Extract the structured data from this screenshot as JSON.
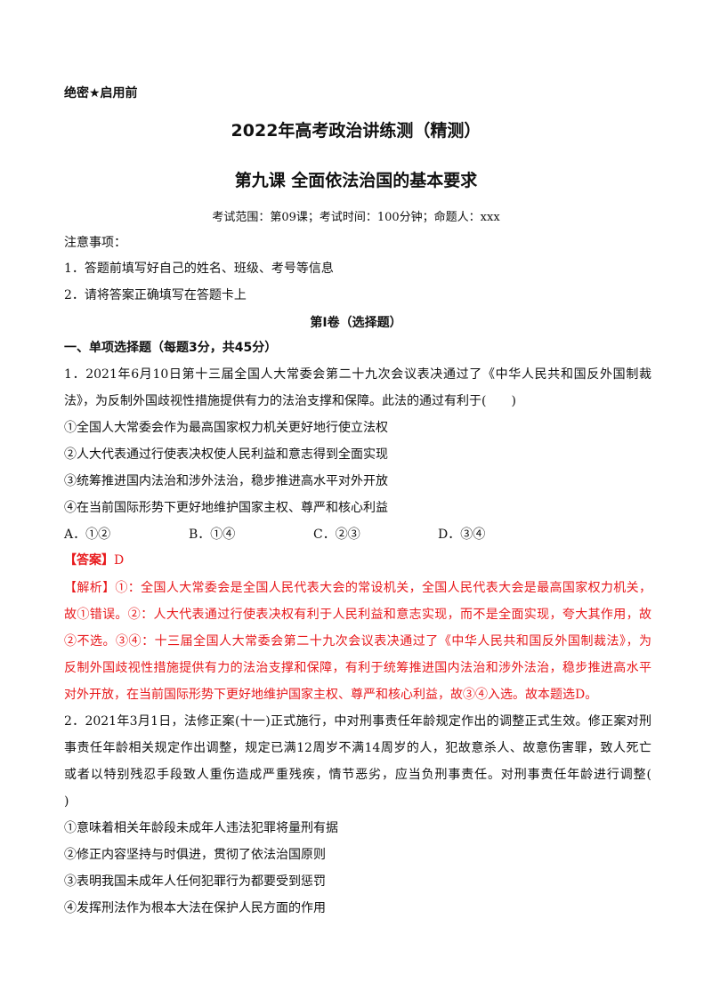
{
  "header": {
    "secret": "绝密★启用前",
    "title": "2022年高考政治讲练测（精测）",
    "subtitle": "第九课 全面依法治国的基本要求",
    "exam_info": "考试范围：第09课；考试时间：100分钟；命题人：xxx"
  },
  "notice": {
    "heading": "注意事项：",
    "items": [
      "1．答题前填写好自己的姓名、班级、考号等信息",
      "2．请将答案正确填写在答题卡上"
    ]
  },
  "volume_title": "第I卷（选择题）",
  "section_title": "一、单项选择题（每题3分，共45分）",
  "questions": [
    {
      "stem_lines": [
        "1．2021年6月10日第十三届全国人大常委会第二十九次会议表决通过了《中华人民共和国反外国制裁",
        "法》，为反制外国歧视性措施提供有力的法治支撑和保障。此法的通过有利于(　　)"
      ],
      "statements": [
        "①全国人大常委会作为最高国家权力机关更好地行使立法权",
        "②人大代表通过行使表决权使人民利益和意志得到全面实现",
        "③统筹推进国内法治和涉外法治，稳步推进高水平对外开放",
        "④在当前国际形势下更好地维护国家主权、尊严和核心利益"
      ],
      "options": [
        "A．①②",
        "B．①④",
        "C．②③",
        "D．③④"
      ],
      "answer_label": "【答案】",
      "answer": "D",
      "analysis_lines": [
        "【解析】①：全国人大常委会是全国人民代表大会的常设机关，全国人民代表大会是最高国家权力机关，",
        "故①错误。②：人大代表通过行使表决权有利于人民利益和意志实现，而不是全面实现，夸大其作用，故",
        "②不选。③④：十三届全国人大常委会第二十九次会议表决通过了《中华人民共和国反外国制裁法》，为",
        "反制外国歧视性措施提供有力的法治支撑和保障，有利于统筹推进国内法治和涉外法治，稳步推进高水平",
        "对外开放，在当前国际形势下更好地维护国家主权、尊严和核心利益，故③④入选。故本题选D。"
      ]
    },
    {
      "stem_lines": [
        "2．2021年3月1日，法修正案(十一)正式施行，中对刑事责任年龄规定作出的调整正式生效。修正案对刑",
        "事责任年龄相关规定作出调整，规定已满12周岁不满14周岁的人，犯故意杀人、故意伤害罪，致人死亡",
        "或者以特别残忍手段致人重伤造成严重残疾，情节恶劣，应当负刑事责任。对刑事责任年龄进行调整(",
        ")"
      ],
      "statements": [
        "①意味着相关年龄段未成年人违法犯罪将量刑有据",
        "②修正内容坚持与时俱进，贯彻了依法治国原则",
        "③表明我国未成年人任何犯罪行为都要受到惩罚",
        "④发挥刑法作为根本大法在保护人民方面的作用"
      ]
    }
  ]
}
